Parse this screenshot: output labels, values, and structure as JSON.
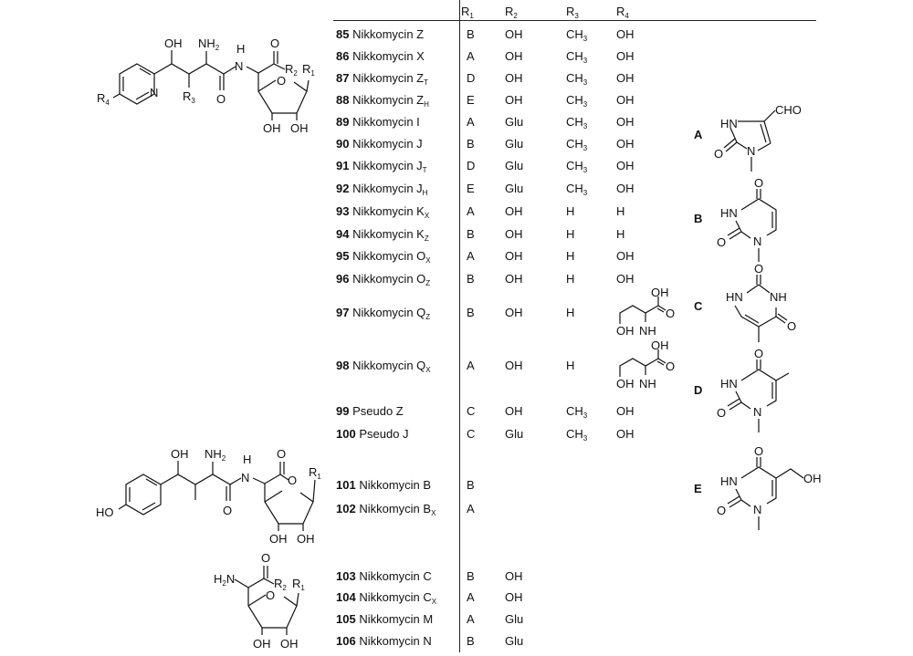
{
  "header": {
    "r1": {
      "base": "R",
      "sub": "1"
    },
    "r2": {
      "base": "R",
      "sub": "2"
    },
    "r3": {
      "base": "R",
      "sub": "3"
    },
    "r4": {
      "base": "R",
      "sub": "4"
    }
  },
  "rows": [
    {
      "num": "85",
      "name": "Nikkomycin Z",
      "sub": "",
      "r1": "B",
      "r2": "OH",
      "r3": "CH",
      "r3sub": "3",
      "r4": "OH"
    },
    {
      "num": "86",
      "name": "Nikkomycin X",
      "sub": "",
      "r1": "A",
      "r2": "OH",
      "r3": "CH",
      "r3sub": "3",
      "r4": "OH"
    },
    {
      "num": "87",
      "name": "Nikkomycin Z",
      "sub": "T",
      "r1": "D",
      "r2": "OH",
      "r3": "CH",
      "r3sub": "3",
      "r4": "OH"
    },
    {
      "num": "88",
      "name": "Nikkomycin Z",
      "sub": "H",
      "r1": "E",
      "r2": "OH",
      "r3": "CH",
      "r3sub": "3",
      "r4": "OH"
    },
    {
      "num": "89",
      "name": "Nikkomycin I",
      "sub": "",
      "r1": "A",
      "r2": "Glu",
      "r3": "CH",
      "r3sub": "3",
      "r4": "OH"
    },
    {
      "num": "90",
      "name": "Nikkomycin J",
      "sub": "",
      "r1": "B",
      "r2": "Glu",
      "r3": "CH",
      "r3sub": "3",
      "r4": "OH"
    },
    {
      "num": "91",
      "name": "Nikkomycin J",
      "sub": "T",
      "r1": "D",
      "r2": "Glu",
      "r3": "CH",
      "r3sub": "3",
      "r4": "OH"
    },
    {
      "num": "92",
      "name": "Nikkomycin J",
      "sub": "H",
      "r1": "E",
      "r2": "Glu",
      "r3": "CH",
      "r3sub": "3",
      "r4": "OH"
    },
    {
      "num": "93",
      "name": "Nikkomycin K",
      "sub": "X",
      "r1": "A",
      "r2": "OH",
      "r3": "H",
      "r3sub": "",
      "r4": "H"
    },
    {
      "num": "94",
      "name": "Nikkomycin K",
      "sub": "Z",
      "r1": "B",
      "r2": "OH",
      "r3": "H",
      "r3sub": "",
      "r4": "H"
    },
    {
      "num": "95",
      "name": "Nikkomycin O",
      "sub": "X",
      "r1": "A",
      "r2": "OH",
      "r3": "H",
      "r3sub": "",
      "r4": "OH"
    },
    {
      "num": "96",
      "name": "Nikkomycin O",
      "sub": "Z",
      "r1": "B",
      "r2": "OH",
      "r3": "H",
      "r3sub": "",
      "r4": "OH"
    },
    {
      "num": "97",
      "name": "Nikkomycin Q",
      "sub": "Z",
      "r1": "B",
      "r2": "OH",
      "r3": "H",
      "r3sub": "",
      "r4": ""
    },
    {
      "num": "98",
      "name": "Nikkomycin Q",
      "sub": "X",
      "r1": "A",
      "r2": "OH",
      "r3": "H",
      "r3sub": "",
      "r4": ""
    },
    {
      "num": "99",
      "name": "Pseudo Z",
      "sub": "",
      "r1": "C",
      "r2": "OH",
      "r3": "CH",
      "r3sub": "3",
      "r4": "OH"
    },
    {
      "num": "100",
      "name": "Pseudo J",
      "sub": "",
      "r1": "C",
      "r2": "Glu",
      "r3": "CH",
      "r3sub": "3",
      "r4": "OH"
    },
    {
      "num": "101",
      "name": "Nikkomycin B",
      "sub": "",
      "r1": "B",
      "r2": "",
      "r3": "",
      "r3sub": "",
      "r4": ""
    },
    {
      "num": "102",
      "name": "Nikkomycin B",
      "sub": "X",
      "r1": "A",
      "r2": "",
      "r3": "",
      "r3sub": "",
      "r4": ""
    },
    {
      "num": "103",
      "name": "Nikkomycin C",
      "sub": "",
      "r1": "B",
      "r2": "OH",
      "r3": "",
      "r3sub": "",
      "r4": ""
    },
    {
      "num": "104",
      "name": "Nikkomycin C",
      "sub": "X",
      "r1": "A",
      "r2": "OH",
      "r3": "",
      "r3sub": "",
      "r4": ""
    },
    {
      "num": "105",
      "name": "Nikkomycin M",
      "sub": "",
      "r1": "A",
      "r2": "Glu",
      "r3": "",
      "r3sub": "",
      "r4": ""
    },
    {
      "num": "106",
      "name": "Nikkomycin N",
      "sub": "",
      "r1": "B",
      "r2": "Glu",
      "r3": "",
      "r3sub": "",
      "r4": ""
    }
  ],
  "sidechain": {
    "oh_top": "OH",
    "o": "O",
    "oh_bottom": "OH",
    "nh": "NH"
  },
  "s1": {
    "oh": "OH",
    "nh": "NH",
    "nh_sub": "2",
    "h": "H",
    "n": "N",
    "o1": "O",
    "o2": "O",
    "oring": "O",
    "r": "R",
    "r2sub": "2",
    "r1sub": "1",
    "pyN": "N",
    "r4sub": "4",
    "r3sub": "3",
    "oh3": "OH",
    "oh2": "OH"
  },
  "s2": {
    "oh": "OH",
    "nh": "NH",
    "nh_sub": "2",
    "n": "N",
    "h": "H",
    "o1": "O",
    "o2": "O",
    "oh_ring": "O",
    "r": "R",
    "r1sub": "1",
    "ho": "HO",
    "oh3": "OH",
    "oh2": "OH"
  },
  "s3": {
    "h2n": "H",
    "h2n_sub": "2",
    "h2n_n": "N",
    "o": "O",
    "oring": "O",
    "r": "R",
    "r2sub": "2",
    "r1sub": "1",
    "oh3": "OH",
    "oh2": "OH"
  },
  "fragments": {
    "A": {
      "label": "A",
      "hn": "HN",
      "cho": "CHO",
      "o": "O",
      "n": "N"
    },
    "B": {
      "label": "B",
      "hn": "HN",
      "o_top": "O",
      "o": "O",
      "n": "N"
    },
    "C": {
      "label": "C",
      "hn": "HN",
      "nh": "NH",
      "o_top": "O",
      "o": "O"
    },
    "D": {
      "label": "D",
      "hn": "HN",
      "o_top": "O",
      "o": "O",
      "n": "N"
    },
    "E": {
      "label": "E",
      "hn": "HN",
      "o_top": "O",
      "o": "O",
      "n": "N",
      "oh": "OH"
    }
  }
}
